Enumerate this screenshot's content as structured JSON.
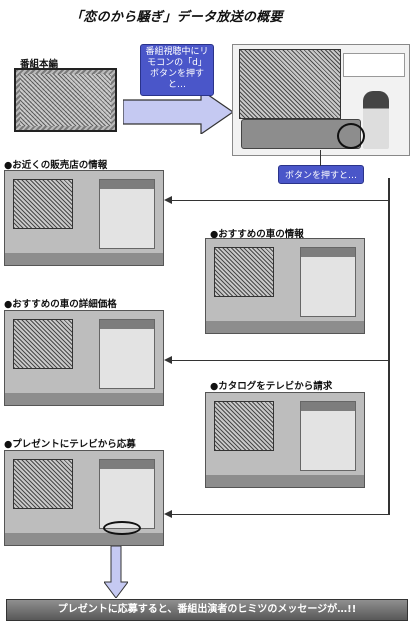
{
  "title": "「恋のから騒ぎ」データ放送の概要",
  "main_program_label": "番組本編",
  "callout_press": "番組視聴中にリモコンの「d」ボタンを押すと…",
  "callout_button": "ボタンを押すと…",
  "sections": {
    "dealer_info": "●お近くの販売店の情報",
    "recommended_car": "●おすすめの車の情報",
    "price_detail": "●おすすめの車の詳細価格",
    "catalog_request": "●カタログをテレビから請求",
    "present_apply": "●プレゼントにテレビから応募"
  },
  "footer_banner": "プレゼントに応募すると、番組出演者のヒミツのメッセージが…!!",
  "colors": {
    "callout": "#4a56c9",
    "banner": "#6e6e6e"
  }
}
